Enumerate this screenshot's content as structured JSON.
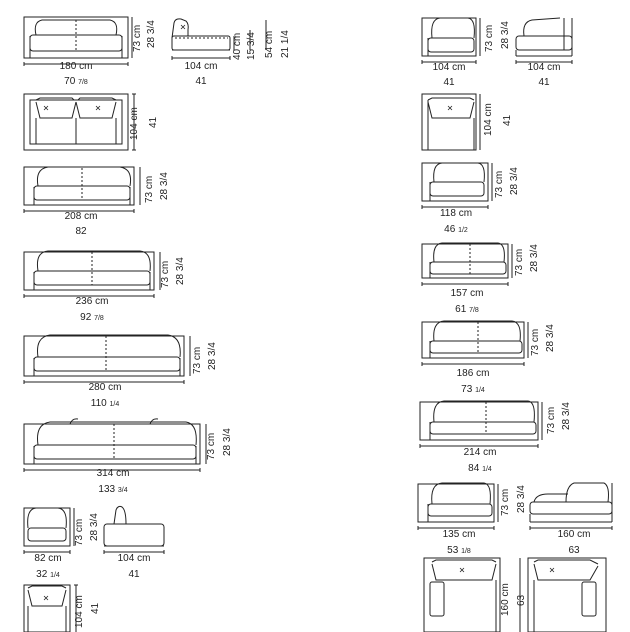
{
  "diagrams": [
    {
      "id": "sofa-180",
      "cm": "180 cm",
      "inch": "70",
      "inch_frac": "7/8",
      "h_cm": "73 cm",
      "h_inch": "28",
      "h_frac": "3/4"
    },
    {
      "id": "chaise-side",
      "w_cm": "104 cm",
      "w_inch": "41",
      "seat_cm": "40 cm",
      "seat_inch": "15",
      "seat_frac": "3/4",
      "arm_cm": "54 cm",
      "arm_inch": "21",
      "arm_frac": "1/4"
    },
    {
      "id": "corner-top-180",
      "d_cm": "104 cm",
      "d_inch": "41"
    },
    {
      "id": "sofa-208",
      "cm": "208 cm",
      "inch": "82",
      "h_cm": "73 cm",
      "h_inch": "28",
      "h_frac": "3/4"
    },
    {
      "id": "sofa-236",
      "cm": "236 cm",
      "inch": "92",
      "inch_frac": "7/8",
      "h_cm": "73 cm",
      "h_inch": "28",
      "h_frac": "3/4"
    },
    {
      "id": "sofa-280",
      "cm": "280 cm",
      "inch": "110",
      "inch_frac": "1/4",
      "h_cm": "73 cm",
      "h_inch": "28",
      "h_frac": "3/4"
    },
    {
      "id": "sofa-314",
      "cm": "314 cm",
      "inch": "133",
      "inch_frac": "3/4",
      "h_cm": "73 cm",
      "h_inch": "28",
      "h_frac": "3/4"
    },
    {
      "id": "chair-82",
      "cm": "82 cm",
      "inch": "32",
      "inch_frac": "1/4",
      "h_cm": "73 cm",
      "h_inch": "28",
      "h_frac": "3/4"
    },
    {
      "id": "chaise-82",
      "cm": "104 cm",
      "inch": "41"
    },
    {
      "id": "top-82",
      "d_cm": "104 cm",
      "d_inch": "41"
    },
    {
      "id": "r-chair-104",
      "cm": "104 cm",
      "inch": "41",
      "h_cm": "73 cm",
      "h_inch": "28",
      "h_frac": "3/4"
    },
    {
      "id": "r-chaise-104",
      "cm": "104 cm",
      "inch": "41"
    },
    {
      "id": "r-top-104",
      "d_cm": "104 cm",
      "d_inch": "41"
    },
    {
      "id": "r-118",
      "cm": "118 cm",
      "inch": "46",
      "inch_frac": "1/2",
      "h_cm": "73 cm",
      "h_inch": "28",
      "h_frac": "3/4"
    },
    {
      "id": "r-157",
      "cm": "157 cm",
      "inch": "61",
      "inch_frac": "7/8",
      "h_cm": "73 cm",
      "h_inch": "28",
      "h_frac": "3/4"
    },
    {
      "id": "r-186",
      "cm": "186 cm",
      "inch": "73",
      "inch_frac": "1/4",
      "h_cm": "73 cm",
      "h_inch": "28",
      "h_frac": "3/4"
    },
    {
      "id": "r-214",
      "cm": "214 cm",
      "inch": "84",
      "inch_frac": "1/4",
      "h_cm": "73 cm",
      "h_inch": "28",
      "h_frac": "3/4"
    },
    {
      "id": "r-135",
      "cm": "135 cm",
      "inch": "53",
      "inch_frac": "1/8",
      "h_cm": "73 cm",
      "h_inch": "28",
      "h_frac": "3/4"
    },
    {
      "id": "r-160",
      "cm": "160 cm",
      "inch": "63"
    },
    {
      "id": "r-top-160",
      "d_cm": "160 cm",
      "d_inch": "63"
    }
  ]
}
